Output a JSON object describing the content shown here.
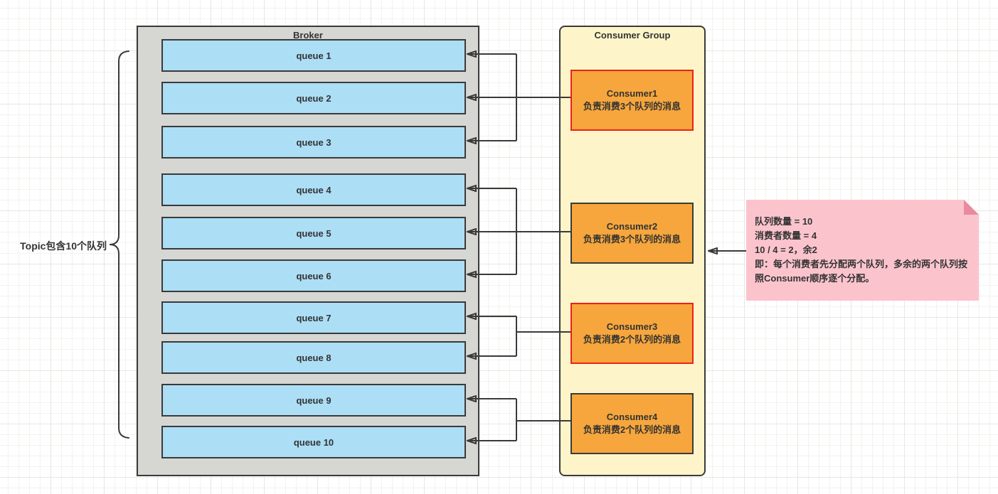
{
  "topic_label": "Topic包含10个队列",
  "broker": {
    "title": "Broker",
    "queues": [
      {
        "label": "queue 1"
      },
      {
        "label": "queue 2"
      },
      {
        "label": "queue 3"
      },
      {
        "label": "queue 4"
      },
      {
        "label": "queue 5"
      },
      {
        "label": "queue 6"
      },
      {
        "label": "queue 7"
      },
      {
        "label": "queue 8"
      },
      {
        "label": "queue 9"
      },
      {
        "label": "queue 10"
      }
    ]
  },
  "consumer_group": {
    "title": "Consumer Group",
    "consumers": [
      {
        "name": "Consumer1",
        "desc": "负责消费3个队列的消息",
        "border": "red",
        "assigned_queues": [
          "queue 1",
          "queue 2",
          "queue 3"
        ]
      },
      {
        "name": "Consumer2",
        "desc": "负责消费3个队列的消息",
        "border": "dark",
        "assigned_queues": [
          "queue 4",
          "queue 5",
          "queue 6"
        ]
      },
      {
        "name": "Consumer3",
        "desc": "负责消费2个队列的消息",
        "border": "red",
        "assigned_queues": [
          "queue 7",
          "queue 8"
        ]
      },
      {
        "name": "Consumer4",
        "desc": "负责消费2个队列的消息",
        "border": "dark",
        "assigned_queues": [
          "queue 9",
          "queue 10"
        ]
      }
    ]
  },
  "note": {
    "line1": "队列数量 = 10",
    "line2": "消费者数量 = 4",
    "line3": "10 / 4 = 2，余2",
    "line4": "即：每个消费者先分配两个队列，多余的两个队列按照Consumer顺序逐个分配。"
  },
  "colors": {
    "broker_fill": "#d6d6d3",
    "queue_fill": "#acdef6",
    "group_fill": "#fdf5c9",
    "consumer_fill": "#f6a63c",
    "consumer_highlight_border": "#ee2019",
    "dark_border": "#3a3a3a",
    "note_fill": "#fbc4cd",
    "note_fold": "#e98b9d",
    "line": "#3a3a3a"
  }
}
